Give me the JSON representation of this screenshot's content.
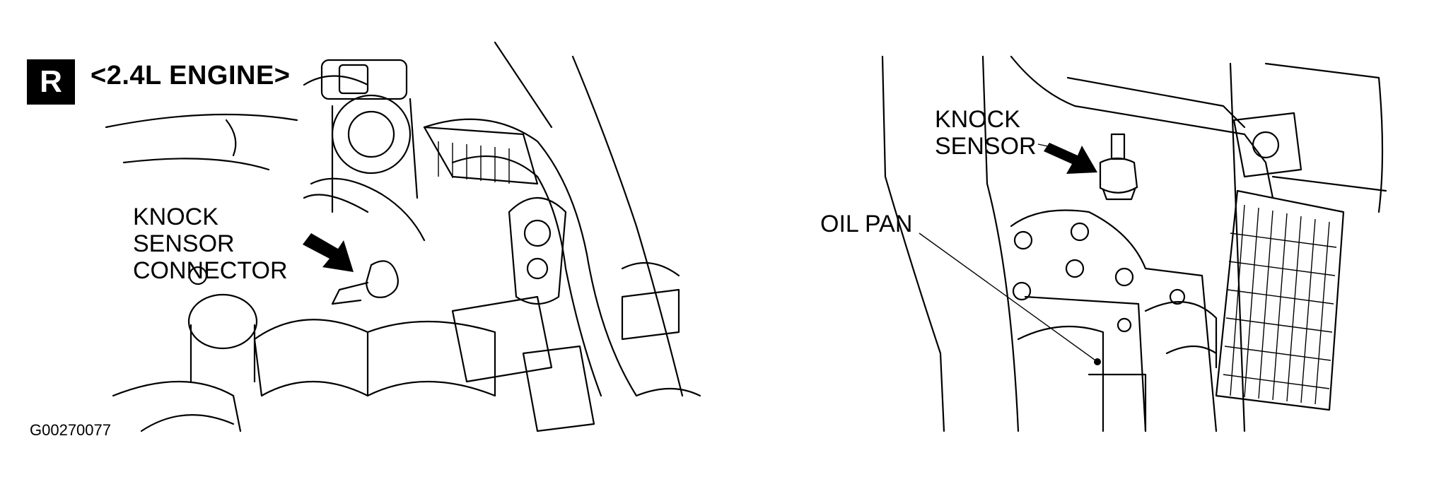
{
  "badge": "R",
  "title": "<2.4L ENGINE>",
  "left_view": {
    "label_lines": [
      "KNOCK",
      "SENSOR",
      "CONNECTOR"
    ]
  },
  "right_view": {
    "sensor_label_lines": [
      "KNOCK",
      "SENSOR"
    ],
    "oil_pan_label": "OIL PAN"
  },
  "figure_code": "G00270077"
}
